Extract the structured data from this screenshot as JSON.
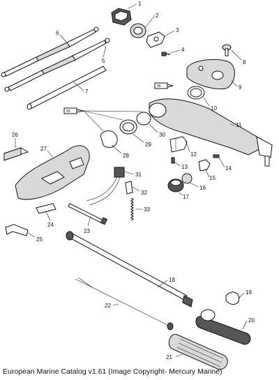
{
  "caption": "European Marine Catalog v1.61 (Image Copyright- Mercury Marine)",
  "sealant_label": "95",
  "part_numbers": [
    "1",
    "2",
    "3",
    "4",
    "5",
    "6",
    "7",
    "8",
    "9",
    "10",
    "11",
    "12",
    "13",
    "14",
    "15",
    "16",
    "17",
    "18",
    "19",
    "20",
    "21",
    "22",
    "23",
    "24",
    "25",
    "26",
    "27",
    "28",
    "29",
    "30",
    "31",
    "32",
    "33"
  ]
}
